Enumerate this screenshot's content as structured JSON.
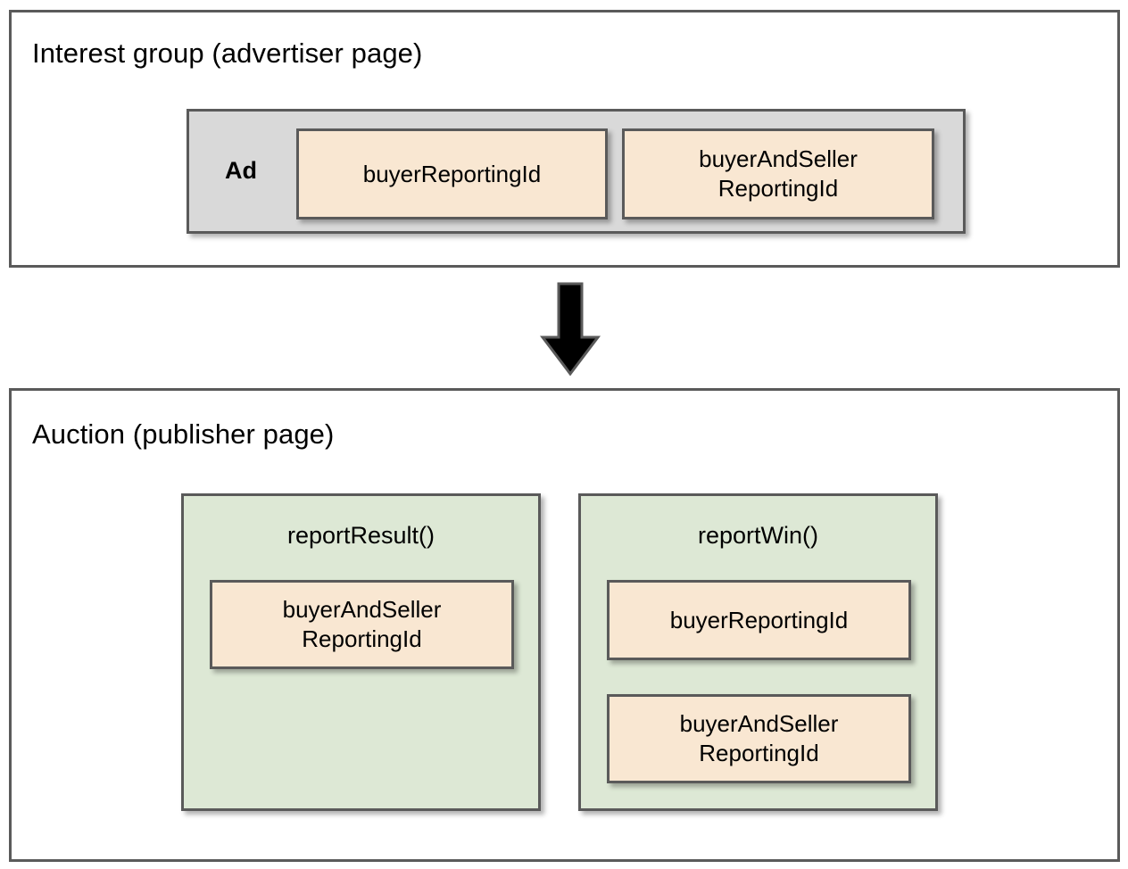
{
  "diagram": {
    "type": "flow-diagram",
    "colors": {
      "panel_border": "#5a5a5a",
      "ad_container_fill": "#d9d9d9",
      "reporting_id_fill": "#f9e7d2",
      "function_box_fill": "#dde8d5",
      "arrow_fill": "#000000",
      "background": "#ffffff"
    },
    "panels": [
      {
        "id": "interest-group",
        "title": "Interest group (advertiser page)",
        "ad": {
          "label": "Ad",
          "fields": [
            "buyerReportingId",
            "buyerAndSeller\nReportingId"
          ]
        }
      },
      {
        "id": "auction",
        "title": "Auction (publisher page)",
        "functions": [
          {
            "name": "reportResult()",
            "fields": [
              "buyerAndSeller\nReportingId"
            ]
          },
          {
            "name": "reportWin()",
            "fields": [
              "buyerReportingId",
              "buyerAndSeller\nReportingId"
            ]
          }
        ]
      }
    ],
    "connector": {
      "icon": "down-arrow-icon",
      "direction": "down",
      "from": "interest-group",
      "to": "auction"
    }
  },
  "interest_group": {
    "title": "Interest group (advertiser page)",
    "ad_label": "Ad",
    "buyer_reporting_id": "buyerReportingId",
    "buyer_and_seller_reporting_id_line1": "buyerAndSeller",
    "buyer_and_seller_reporting_id_line2": "ReportingId"
  },
  "auction": {
    "title": "Auction (publisher page)",
    "report_result": {
      "name": "reportResult()",
      "buyer_and_seller_reporting_id_line1": "buyerAndSeller",
      "buyer_and_seller_reporting_id_line2": "ReportingId"
    },
    "report_win": {
      "name": "reportWin()",
      "buyer_reporting_id": "buyerReportingId",
      "buyer_and_seller_reporting_id_line1": "buyerAndSeller",
      "buyer_and_seller_reporting_id_line2": "ReportingId"
    }
  }
}
